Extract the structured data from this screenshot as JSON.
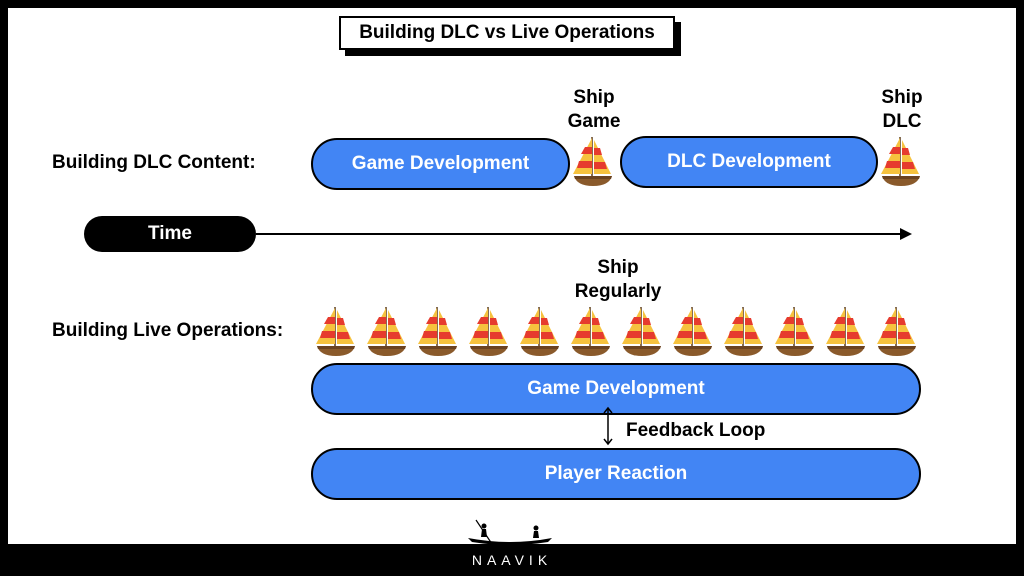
{
  "title": "Building DLC vs Live Operations",
  "dlc": {
    "row_label": "Building DLC Content:",
    "game_dev": "Game Development",
    "dlc_dev": "DLC Development",
    "ship_game_line1": "Ship",
    "ship_game_line2": "Game",
    "ship_dlc_line1": "Ship",
    "ship_dlc_line2": "DLC"
  },
  "timeline": {
    "label": "Time"
  },
  "live_ops": {
    "row_label": "Building Live Operations:",
    "ship_line1": "Ship",
    "ship_line2": "Regularly",
    "ship_count": 12,
    "game_dev": "Game Development",
    "feedback": "Feedback Loop",
    "player_reaction": "Player Reaction"
  },
  "footer": {
    "brand": "NAAVIK"
  },
  "icons": {
    "ship": "sailboat-icon",
    "logo": "canoe-logo-icon"
  },
  "colors": {
    "pill_blue": "#4285f4",
    "background": "#ffffff",
    "frame": "#000000"
  }
}
